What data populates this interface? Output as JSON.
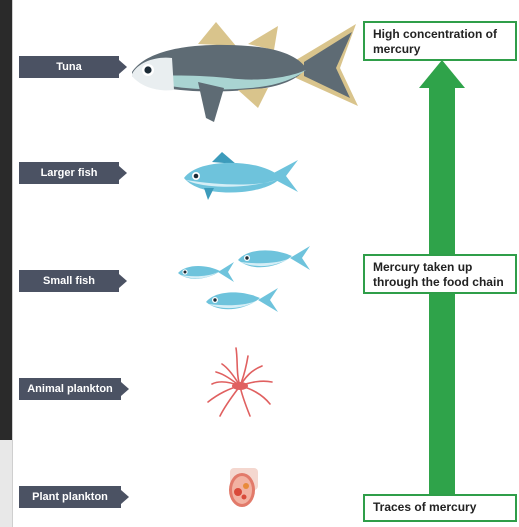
{
  "levels": [
    {
      "label": "Tuna"
    },
    {
      "label": "Larger fish"
    },
    {
      "label": "Small fish"
    },
    {
      "label": "Animal plankton"
    },
    {
      "label": "Plant plankton"
    }
  ],
  "boxes": {
    "top": "High concentration of mercury",
    "middle": "Mercury taken up through the food chain",
    "bottom": "Traces of mercury"
  },
  "colors": {
    "label_bg": "#4b5263",
    "arrow": "#2fa34a",
    "box_border": "#2f9e49",
    "tuna_body": "#5e6b74",
    "tuna_fin": "#d9c48c",
    "small_fish": "#6ec3dc",
    "plankton": "#e06060"
  },
  "icons": [
    "tuna-icon",
    "larger-fish-icon",
    "small-fish-icon",
    "animal-plankton-icon",
    "plant-plankton-icon",
    "up-arrow-icon"
  ]
}
